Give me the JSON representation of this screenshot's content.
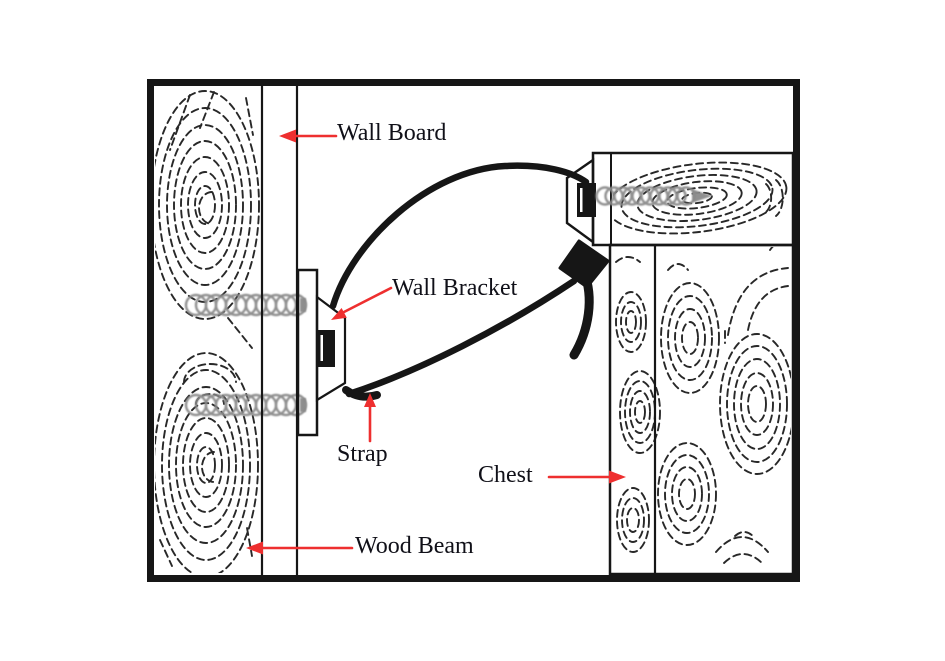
{
  "diagram": {
    "description": "Cross-section illustration showing a chest secured to a wall with an anti-tip strap",
    "labels": {
      "wall_board": "Wall Board",
      "wall_bracket": "Wall Bracket",
      "strap": "Strap",
      "chest": "Chest",
      "wood_beam": "Wood Beam"
    },
    "colors": {
      "arrow": "#ee2f2f",
      "line": "#161616",
      "label_text": "#101018",
      "screw": "#8a8a8a",
      "background": "#ffffff"
    }
  }
}
